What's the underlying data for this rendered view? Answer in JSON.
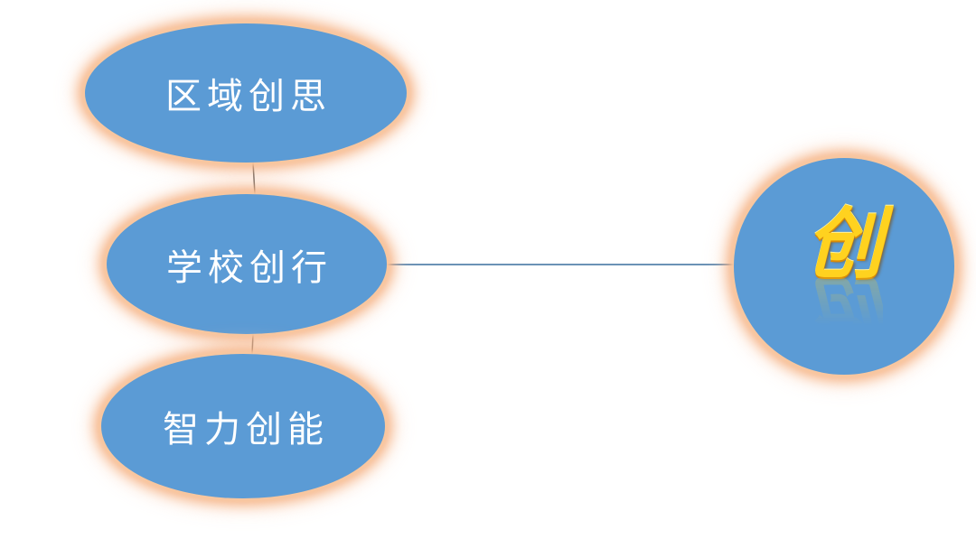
{
  "diagram": {
    "hub": {
      "label": "创"
    },
    "branches": [
      {
        "label": "区域创思"
      },
      {
        "label": "学校创行"
      },
      {
        "label": "智力创能"
      }
    ]
  },
  "colors": {
    "node_fill": "#5b9bd5",
    "node_glow": "#f4aa78",
    "hub_text": "#ffd21f",
    "connector": "#3a6e9e"
  }
}
